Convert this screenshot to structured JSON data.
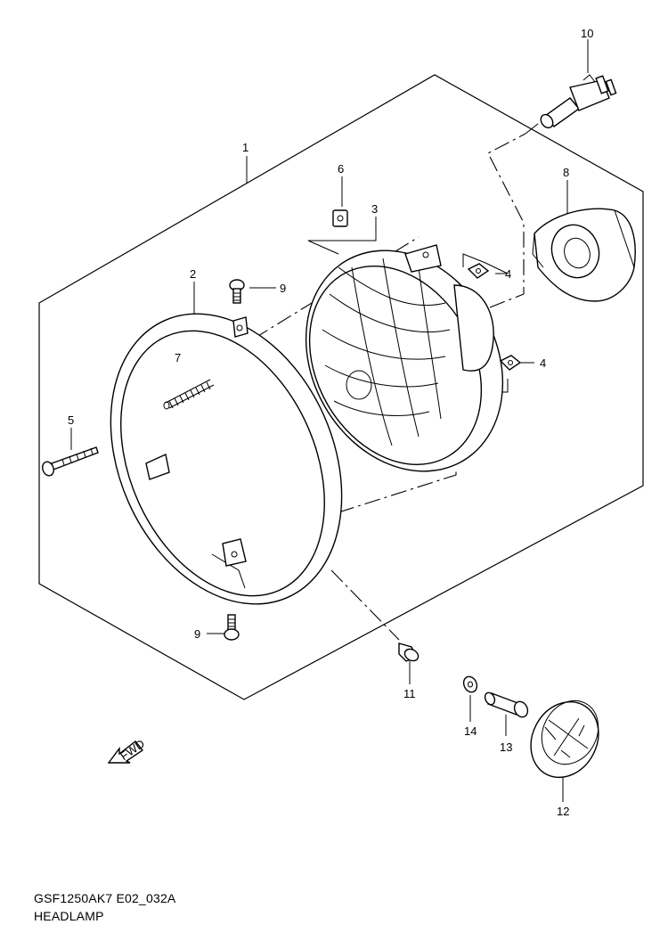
{
  "diagram": {
    "model_code": "GSF1250AK7 E02_032A",
    "title": "HEADLAMP",
    "fwd_label": "FWD",
    "callouts": [
      {
        "id": "c1",
        "label": "1"
      },
      {
        "id": "c2",
        "label": "2"
      },
      {
        "id": "c3",
        "label": "3"
      },
      {
        "id": "c4a",
        "label": "4"
      },
      {
        "id": "c4b",
        "label": "4"
      },
      {
        "id": "c5",
        "label": "5"
      },
      {
        "id": "c6",
        "label": "6"
      },
      {
        "id": "c7",
        "label": "7"
      },
      {
        "id": "c8",
        "label": "8"
      },
      {
        "id": "c9a",
        "label": "9"
      },
      {
        "id": "c9b",
        "label": "9"
      },
      {
        "id": "c10",
        "label": "10"
      },
      {
        "id": "c11",
        "label": "11"
      },
      {
        "id": "c12",
        "label": "12"
      },
      {
        "id": "c13",
        "label": "13"
      },
      {
        "id": "c14",
        "label": "14"
      }
    ]
  }
}
